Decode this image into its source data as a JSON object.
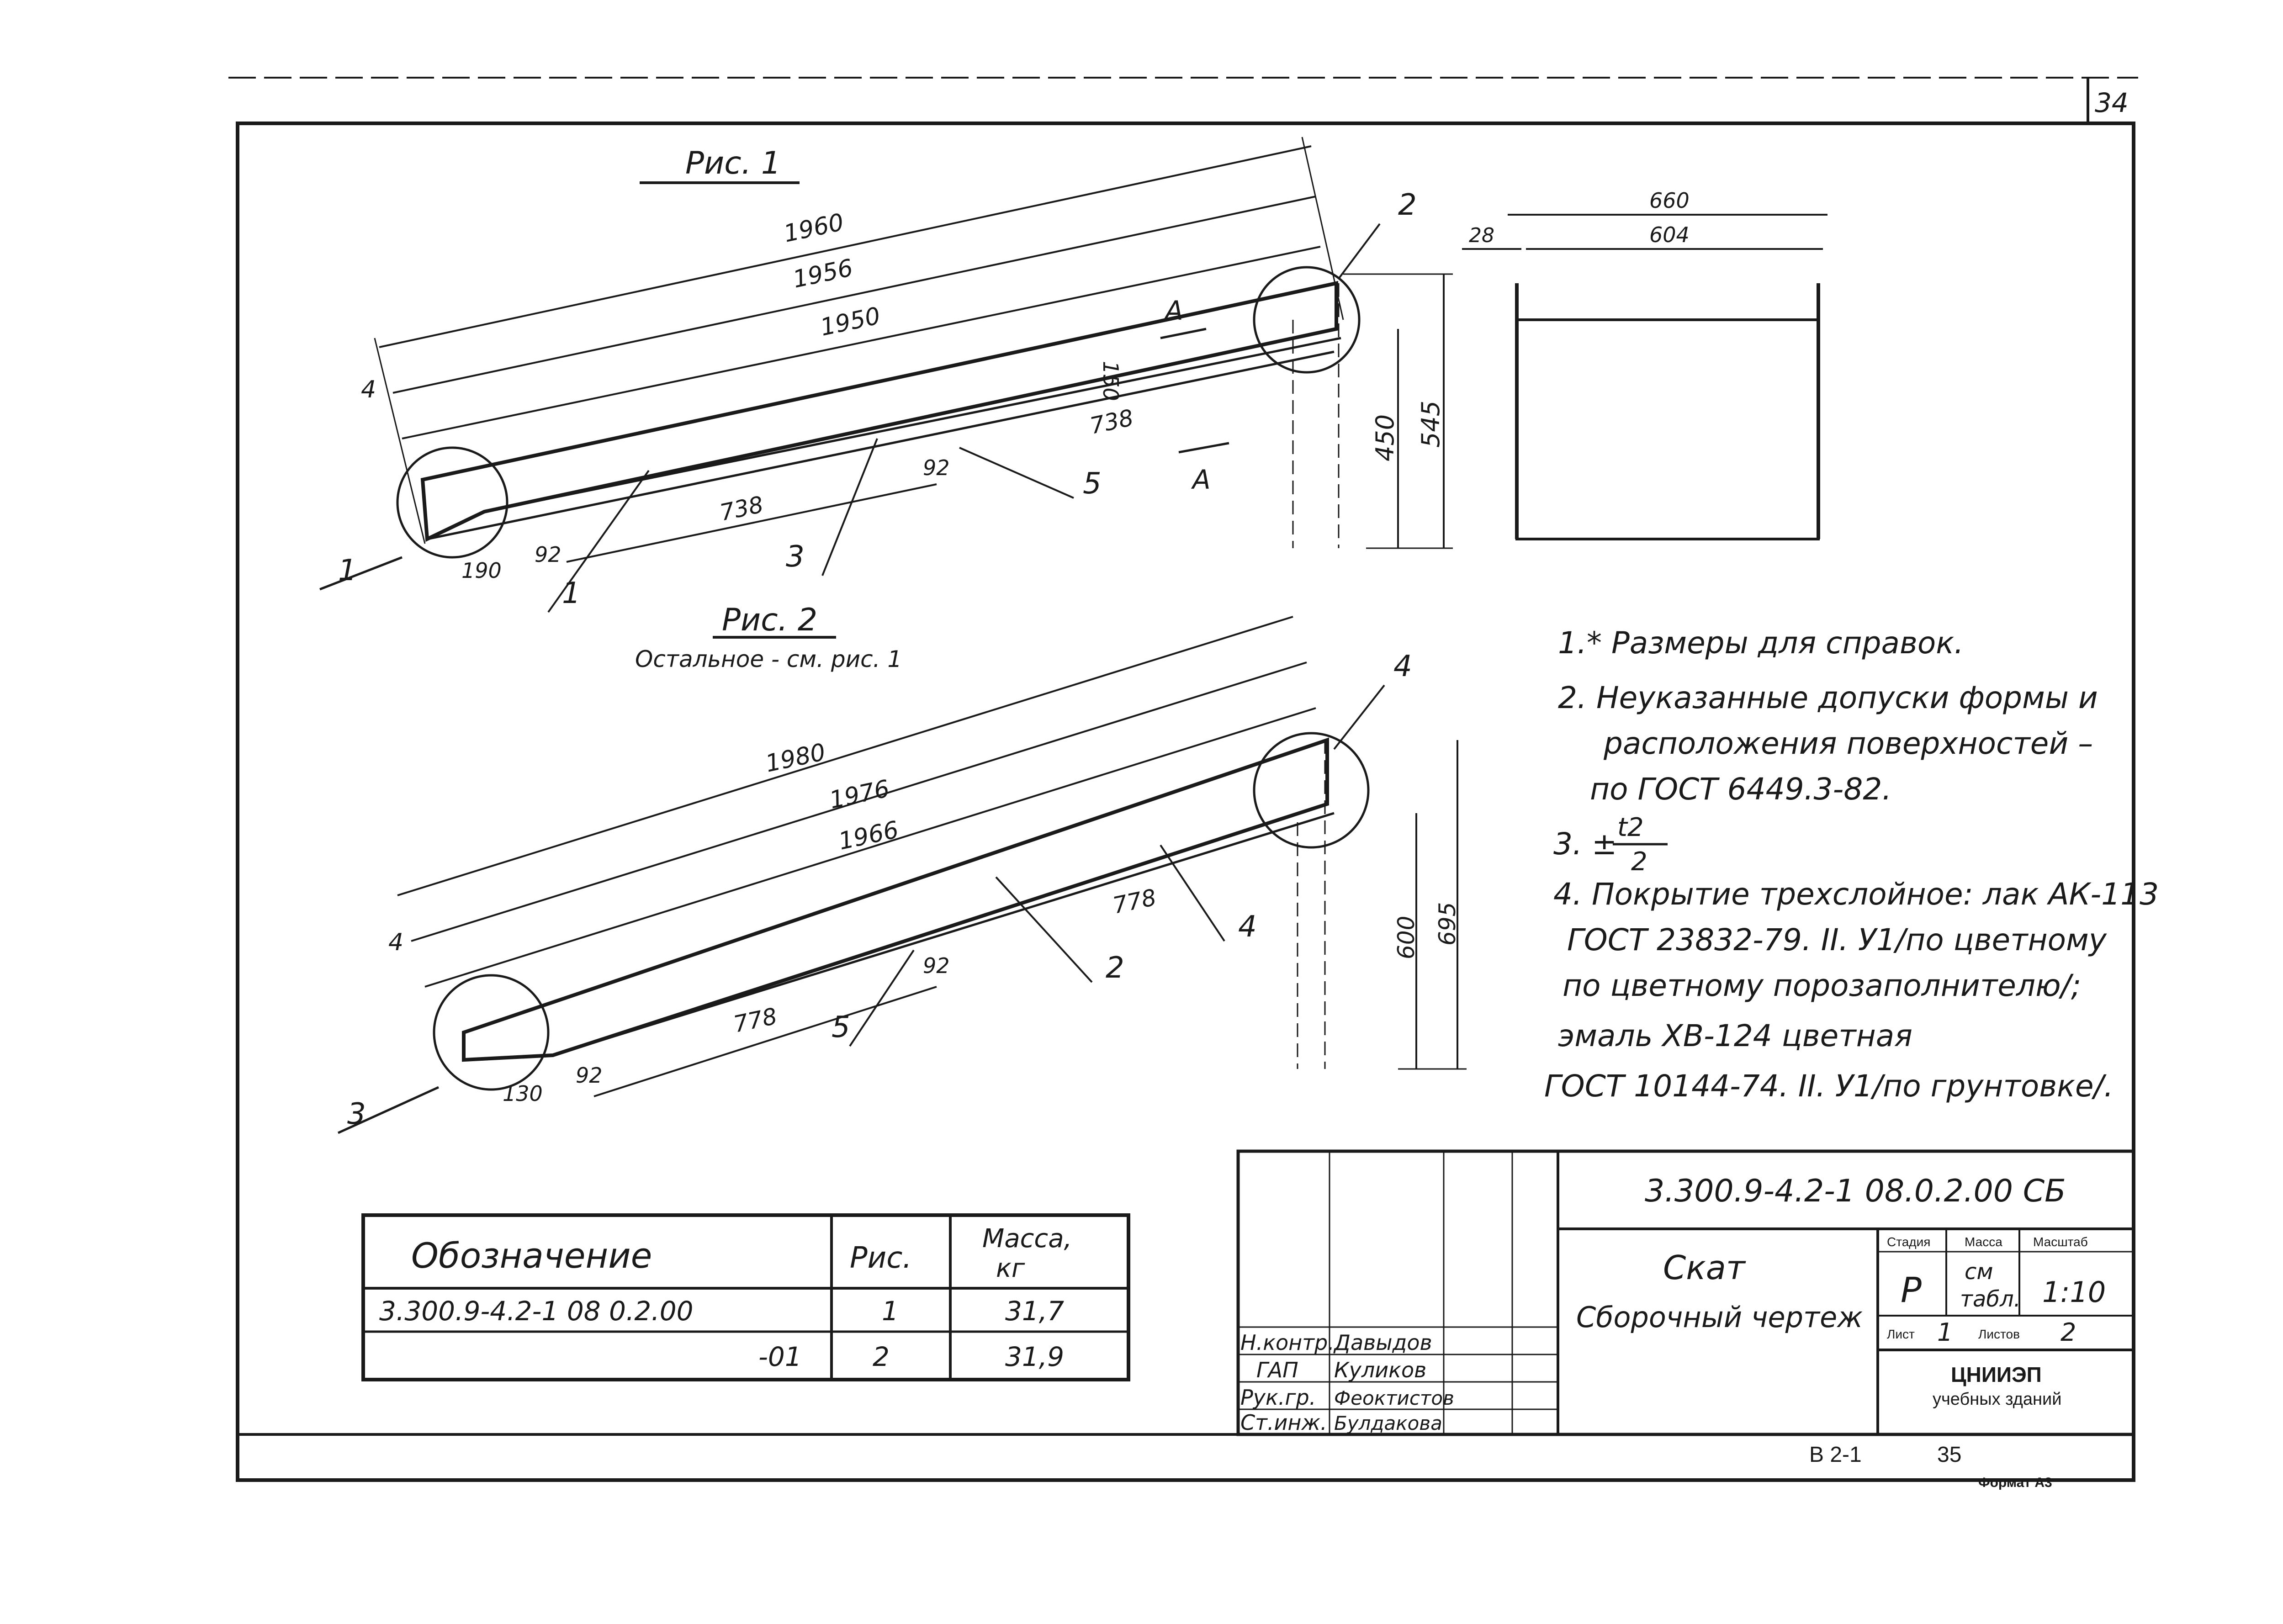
{
  "sheet": {
    "page_number": "34",
    "footer_series": "В 2-1",
    "footer_page": "35",
    "format_label": "Формат А3"
  },
  "fig1": {
    "title": "Рис. 1",
    "dims": {
      "d1960": "1960",
      "d1956": "1956",
      "d1950": "1950",
      "d4": "4",
      "d150": "150",
      "d738a": "738",
      "d738b": "738",
      "d92a": "92",
      "d92b": "92",
      "d190": "190",
      "d450": "450",
      "d545": "545",
      "sectA": "А"
    },
    "callouts": {
      "c1a": "1",
      "c1b": "1",
      "c2": "2",
      "c3": "3",
      "c5": "5"
    }
  },
  "fig2": {
    "title": "Рис. 2",
    "subtitle": "Остальное - см. рис. 1",
    "dims": {
      "d1980": "1980",
      "d1976": "1976",
      "d1966": "1966",
      "d4": "4",
      "d778a": "778",
      "d778b": "778",
      "d92a": "92",
      "d92b": "92",
      "d130": "130",
      "d600": "600",
      "d695": "695"
    },
    "callouts": {
      "c2": "2",
      "c3": "3",
      "c4a": "4",
      "c4b": "4",
      "c5": "5"
    }
  },
  "section": {
    "d660": "660",
    "d604": "604",
    "d28": "28"
  },
  "notes": [
    "1.* Размеры для справок.",
    "2. Неуказанные допуски формы и",
    "расположения поверхностей –",
    "по ГОСТ 6449.3-82.",
    "3. ±",
    "4. Покрытие трехслойное: лак АК-113",
    "ГОСТ 23832-79. II. У1/по цветному",
    "по цветному порозаполнителю/;",
    "эмаль ХВ-124 цветная",
    "ГОСТ 10144-74. II. У1/по грунтовке/."
  ],
  "note3_fraction": {
    "num": "t2",
    "den": "2"
  },
  "spec_table": {
    "headers": {
      "designation": "Обозначение",
      "fig": "Рис.",
      "mass": "Масса,",
      "mass_unit": "кг"
    },
    "rows": [
      {
        "designation": "3.300.9-4.2-1 08 0.2.00",
        "fig": "1",
        "mass": "31,7"
      },
      {
        "designation": "-01",
        "fig": "2",
        "mass": "31,9"
      }
    ]
  },
  "title_block": {
    "doc_code": "3.300.9-4.2-1 08.0.2.00 СБ",
    "name_line1": "Скат",
    "name_line2": "Сборочный чертеж",
    "stage_label": "Стадия",
    "mass_label": "Масса",
    "scale_label": "Масштаб",
    "stage": "Р",
    "mass_line1": "см",
    "mass_line2": "табл.",
    "scale": "1:10",
    "sheet_label": "Лист",
    "sheet_no": "1",
    "sheets_label": "Листов",
    "sheets_no": "2",
    "org_line1": "ЦНИИЭП",
    "org_line2": "учебных зданий",
    "staff": [
      {
        "role": "Н.контр.",
        "name": "Давыдов"
      },
      {
        "role": "ГАП",
        "name": "Куликов"
      },
      {
        "role": "Рук.гр.",
        "name": "Феоктистов"
      },
      {
        "role": "Ст.инж.",
        "name": "Булдакова"
      }
    ]
  }
}
